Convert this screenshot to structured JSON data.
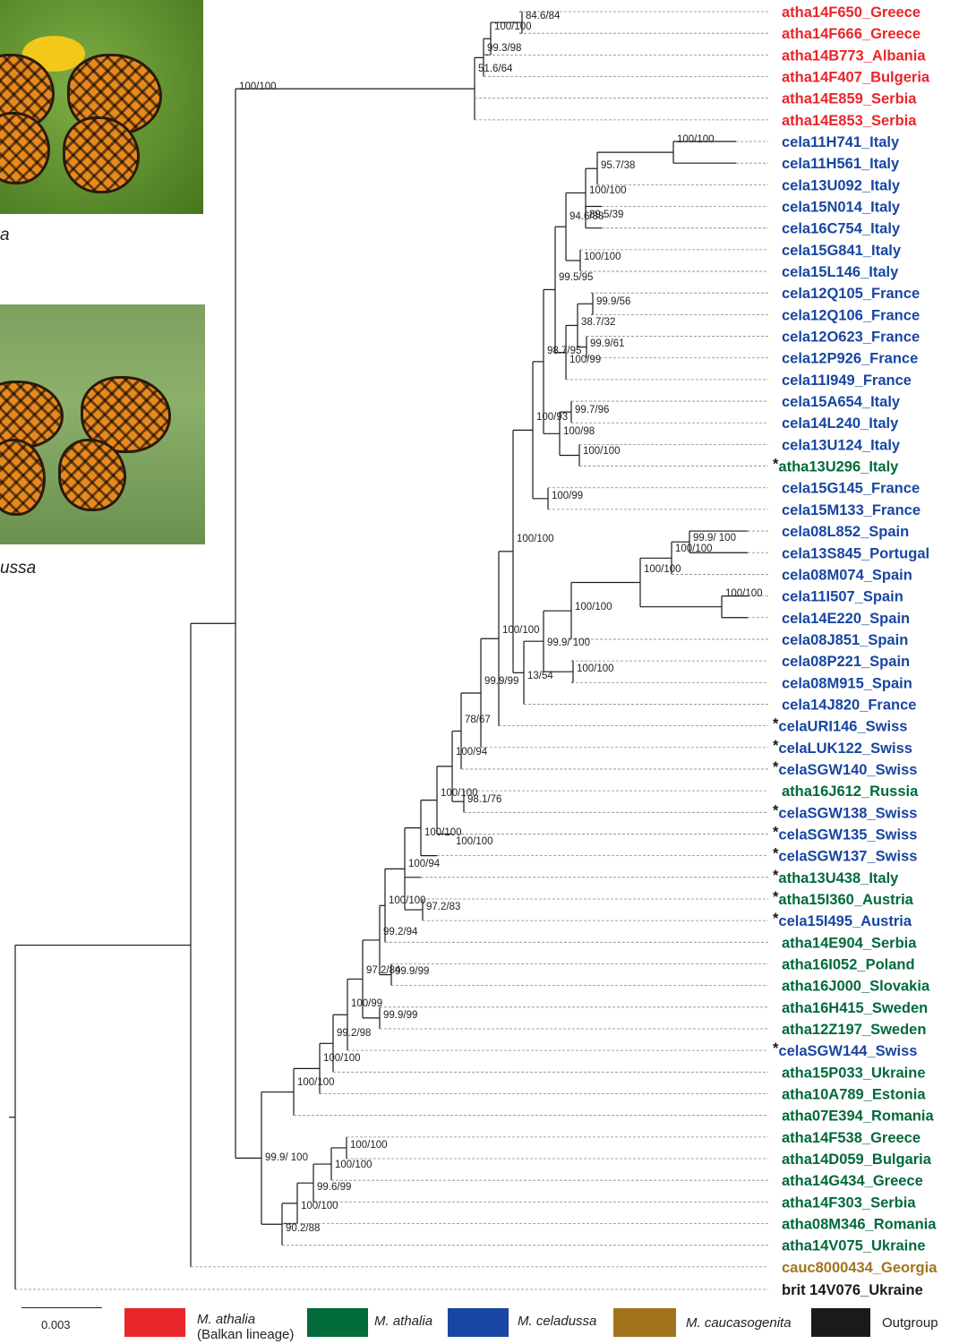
{
  "photos": {
    "top_caption": "a",
    "bottom_caption": "ussa"
  },
  "legend": [
    {
      "species": "M. athalia",
      "note": "(Balkan lineage)",
      "color": "#e8262a"
    },
    {
      "species": "M. athalia",
      "note": "",
      "color": "#006a3b"
    },
    {
      "species": "M. celadussa",
      "note": "",
      "color": "#1846a2"
    },
    {
      "species": "M. caucasogenita",
      "note": "",
      "color": "#a3741e"
    },
    {
      "species": "Outgroup",
      "note": "",
      "color": "#1a1a1a",
      "plain": true
    }
  ],
  "scale_bar": {
    "label": "0.003",
    "value": 0.003
  },
  "colors": {
    "balkan": "#e8262a",
    "athalia": "#006a3b",
    "celadussa": "#1846a2",
    "caucasogenita": "#a3741e",
    "outgroup": "#1a1a1a"
  },
  "tips": [
    {
      "id": "t1",
      "label": "atha14F650_Greece",
      "group": "balkan"
    },
    {
      "id": "t2",
      "label": "atha14F666_Greece",
      "group": "balkan"
    },
    {
      "id": "t3",
      "label": "atha14B773_Albania",
      "group": "balkan"
    },
    {
      "id": "t4",
      "label": "atha14F407_Bulgeria",
      "group": "balkan"
    },
    {
      "id": "t5",
      "label": "atha14E859_Serbia",
      "group": "balkan"
    },
    {
      "id": "t6",
      "label": "atha14E853_Serbia",
      "group": "balkan"
    },
    {
      "id": "t7",
      "label": "cela11H741_Italy",
      "group": "celadussa"
    },
    {
      "id": "t8",
      "label": "cela11H561_Italy",
      "group": "celadussa"
    },
    {
      "id": "t9",
      "label": "cela13U092_Italy",
      "group": "celadussa"
    },
    {
      "id": "t10",
      "label": "cela15N014_Italy",
      "group": "celadussa"
    },
    {
      "id": "t11",
      "label": "cela16C754_Italy",
      "group": "celadussa"
    },
    {
      "id": "t12",
      "label": "cela15G841_Italy",
      "group": "celadussa"
    },
    {
      "id": "t13",
      "label": "cela15L146_Italy",
      "group": "celadussa"
    },
    {
      "id": "t14",
      "label": "cela12Q105_France",
      "group": "celadussa"
    },
    {
      "id": "t15",
      "label": "cela12Q106_France",
      "group": "celadussa"
    },
    {
      "id": "t16",
      "label": "cela12O623_France",
      "group": "celadussa"
    },
    {
      "id": "t17",
      "label": "cela12P926_France",
      "group": "celadussa"
    },
    {
      "id": "t18",
      "label": "cela11I949_France",
      "group": "celadussa"
    },
    {
      "id": "t19",
      "label": "cela15A654_Italy",
      "group": "celadussa"
    },
    {
      "id": "t20",
      "label": "cela14L240_Italy",
      "group": "celadussa"
    },
    {
      "id": "t21",
      "label": "cela13U124_Italy",
      "group": "celadussa"
    },
    {
      "id": "t22",
      "label": "atha13U296_Italy",
      "group": "athalia",
      "star": true
    },
    {
      "id": "t23",
      "label": "cela15G145_France",
      "group": "celadussa"
    },
    {
      "id": "t24",
      "label": "cela15M133_France",
      "group": "celadussa"
    },
    {
      "id": "t25",
      "label": "cela08L852_Spain",
      "group": "celadussa"
    },
    {
      "id": "t26",
      "label": "cela13S845_Portugal",
      "group": "celadussa"
    },
    {
      "id": "t27",
      "label": "cela08M074_Spain",
      "group": "celadussa"
    },
    {
      "id": "t28",
      "label": "cela11I507_Spain",
      "group": "celadussa"
    },
    {
      "id": "t29",
      "label": "cela14E220_Spain",
      "group": "celadussa"
    },
    {
      "id": "t30",
      "label": "cela08J851_Spain",
      "group": "celadussa"
    },
    {
      "id": "t31",
      "label": "cela08P221_Spain",
      "group": "celadussa"
    },
    {
      "id": "t32",
      "label": "cela08M915_Spain",
      "group": "celadussa"
    },
    {
      "id": "t33",
      "label": "cela14J820_France",
      "group": "celadussa"
    },
    {
      "id": "t34",
      "label": "celaURI146_Swiss",
      "group": "celadussa",
      "star": true
    },
    {
      "id": "t35",
      "label": "celaLUK122_Swiss",
      "group": "celadussa",
      "star": true
    },
    {
      "id": "t36",
      "label": "celaSGW140_Swiss",
      "group": "celadussa",
      "star": true
    },
    {
      "id": "t37",
      "label": "atha16J612_Russia",
      "group": "athalia"
    },
    {
      "id": "t38",
      "label": "celaSGW138_Swiss",
      "group": "celadussa",
      "star": true
    },
    {
      "id": "t39",
      "label": "celaSGW135_Swiss",
      "group": "celadussa",
      "star": true
    },
    {
      "id": "t40",
      "label": "celaSGW137_Swiss",
      "group": "celadussa",
      "star": true
    },
    {
      "id": "t41",
      "label": "atha13U438_Italy",
      "group": "athalia",
      "star": true
    },
    {
      "id": "t42",
      "label": "atha15I360_Austria",
      "group": "athalia",
      "star": true
    },
    {
      "id": "t43",
      "label": "cela15I495_Austria",
      "group": "celadussa",
      "star": true
    },
    {
      "id": "t44",
      "label": "atha14E904_Serbia",
      "group": "athalia"
    },
    {
      "id": "t45",
      "label": "atha16I052_Poland",
      "group": "athalia"
    },
    {
      "id": "t46",
      "label": "atha16J000_Slovakia",
      "group": "athalia"
    },
    {
      "id": "t47",
      "label": "atha16H415_Sweden",
      "group": "athalia"
    },
    {
      "id": "t48",
      "label": "atha12Z197_Sweden",
      "group": "athalia"
    },
    {
      "id": "t49",
      "label": "celaSGW144_Swiss",
      "group": "celadussa",
      "star": true
    },
    {
      "id": "t50",
      "label": "atha15P033_Ukraine",
      "group": "athalia"
    },
    {
      "id": "t51",
      "label": "atha10A789_Estonia",
      "group": "athalia"
    },
    {
      "id": "t52",
      "label": "atha07E394_Romania",
      "group": "athalia"
    },
    {
      "id": "t53",
      "label": "atha14F538_Greece",
      "group": "athalia"
    },
    {
      "id": "t54",
      "label": "atha14D059_Bulgaria",
      "group": "athalia"
    },
    {
      "id": "t55",
      "label": "atha14G434_Greece",
      "group": "athalia"
    },
    {
      "id": "t56",
      "label": "atha14F303_Serbia",
      "group": "athalia"
    },
    {
      "id": "t57",
      "label": "atha08M346_Romania",
      "group": "athalia"
    },
    {
      "id": "t58",
      "label": "atha14V075_Ukraine",
      "group": "athalia"
    },
    {
      "id": "t59",
      "label": "cauc8000434_Georgia",
      "group": "caucasogenita"
    },
    {
      "id": "t60",
      "label": "brit 14V076_Ukraine",
      "group": "outgroup"
    }
  ],
  "support_values": [
    "84.6/84",
    "100/100",
    "99.3/98",
    "51.6/64",
    "100/100",
    "100/100",
    "95.7/38",
    "100/100",
    "89.5/39",
    "94.6/88",
    "100/100",
    "99.5/95",
    "99.9/56",
    "38.7/32",
    "99.9/61",
    "100/99",
    "98.7/95",
    "99.7/96",
    "100/98",
    "100/100",
    "100/93",
    "100/99",
    "99.9/ 100",
    "100/100",
    "100/100",
    "100/100",
    "100/100",
    "99.9/ 100",
    "100/100",
    "100/100",
    "13/54",
    "100/100",
    "99.9/99",
    "78/67",
    "100/94",
    "100/100",
    "98.1/76",
    "100/100",
    "100/94",
    "100/100",
    "97.2/83",
    "100/100",
    "99.2/94",
    "99.9/99",
    "97.2/84",
    "99.9/99",
    "100/99",
    "99.2/98",
    "100/100",
    "100/100",
    "100/100",
    "100/100",
    "99.6/99",
    "100/100",
    "90.2/88",
    "99.9/ 100"
  ]
}
